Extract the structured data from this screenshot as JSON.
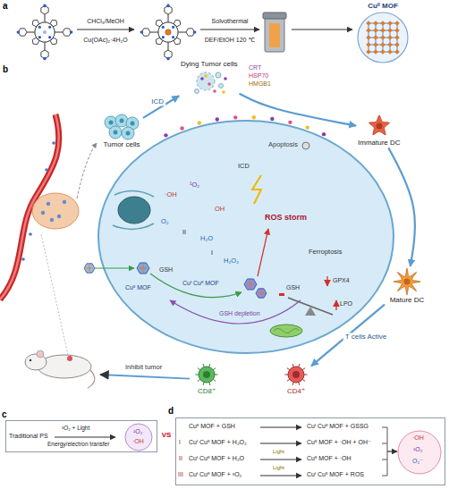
{
  "diagram": {
    "nodes": [
      {
        "text": [
          "Tumor cells"
        ]
      },
      {
        "text": [
          "Dying Tumor cells"
        ]
      },
      {
        "text": [
          "Immature DC"
        ]
      },
      {
        "text": [
          "Mature DC"
        ]
      },
      {
        "text": [
          "CD8⁺"
        ]
      },
      {
        "text": [
          "CD4⁺"
        ]
      },
      {
        "text": [
          "Traditional PS",
          "³O₂ + Light",
          "Energy/electron transfer",
          "¹O₂",
          "·OH"
        ]
      },
      {
        "text": [
          "Cuᴵᴵ MOF + GSH",
          "Cuᴵ Cuᴵᴵ MOF + GSSG",
          "I",
          "Cuᴵ Cuᴵᴵ MOF + H₂O₂",
          "Cuᴵᴵ MOF + ·OH + OH⁻",
          "II",
          "Cuᴵ Cuᴵᴵ MOF + H₂O",
          "Light",
          "Cuᴵᴵ MOF + ·OH",
          "III",
          "Cuᴵ Cuᴵᴵ MOF + ³O₂",
          "Light",
          "Cuᴵ Cuᴵᴵ MOF + ROS",
          "·OH",
          "¹O₂",
          "O₂⁻"
        ]
      }
    ],
    "edges": [
      {
        "from": 0,
        "to": 1,
        "arrow": "to",
        "label": "ICD"
      },
      {
        "from": 1,
        "to": 2,
        "arrow": "to"
      },
      {
        "from": 2,
        "to": 3,
        "arrow": "to"
      },
      {
        "from": 3,
        "to": 5,
        "arrow": "to",
        "label": "T cells Active"
      }
    ],
    "labels": [
      "a",
      "CHCl₃/MeOH",
      "Cu(OAc)₂·4H₂O",
      "Solvothermal",
      "DEF/EtOH 120 ℃",
      "Cuᴵᴵ MOF",
      "b",
      "CRT",
      "HSP70",
      "HMGB1",
      "Apoptosis",
      "ICD",
      "¹O₂",
      "·OH",
      "OH",
      "O₂",
      "II",
      "H₂O",
      "I",
      "H₂O₂",
      "ROS storm",
      "Ferroptosis",
      "GPX4",
      "LPO",
      "GSH",
      "GSH",
      "Cuᴵᴵ MOF",
      "Cuᴵ Cuᴵᴵ MOF",
      "GSH depletion",
      "Inhibit tumor",
      "c",
      "VS",
      "d"
    ]
  }
}
